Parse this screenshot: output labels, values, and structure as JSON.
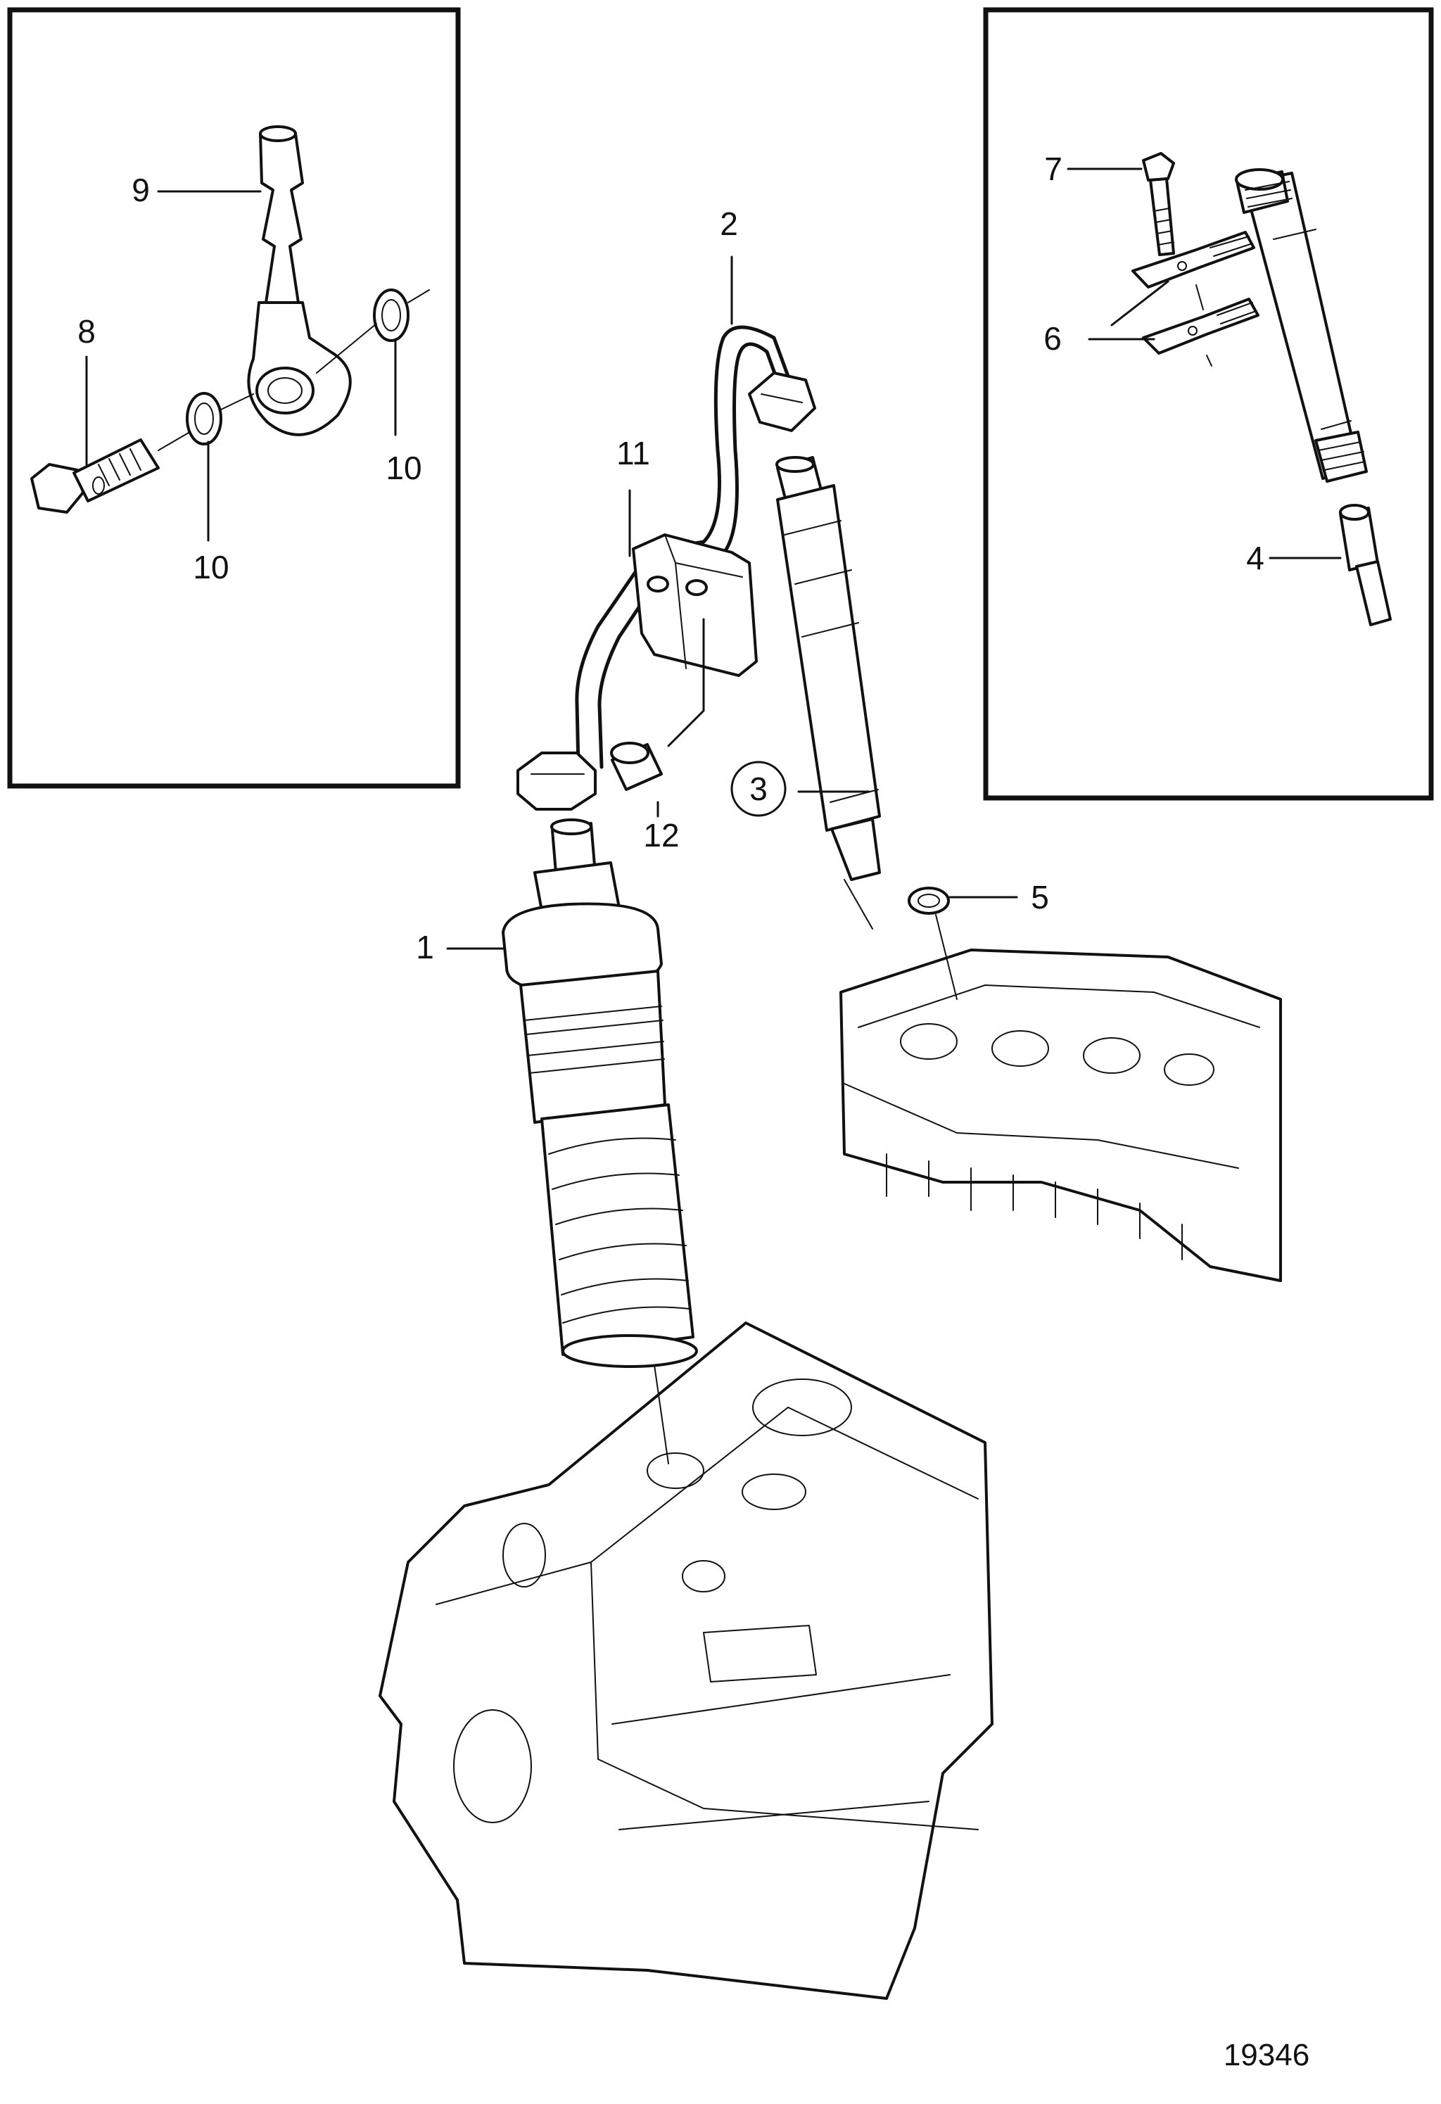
{
  "document_number": "19346",
  "callouts": {
    "c1": "1",
    "c2": "2",
    "c3": "3",
    "c4": "4",
    "c5": "5",
    "c6": "6",
    "c7": "7",
    "c8": "8",
    "c9": "9",
    "c10a": "10",
    "c10b": "10",
    "c11": "11",
    "c12": "12"
  }
}
